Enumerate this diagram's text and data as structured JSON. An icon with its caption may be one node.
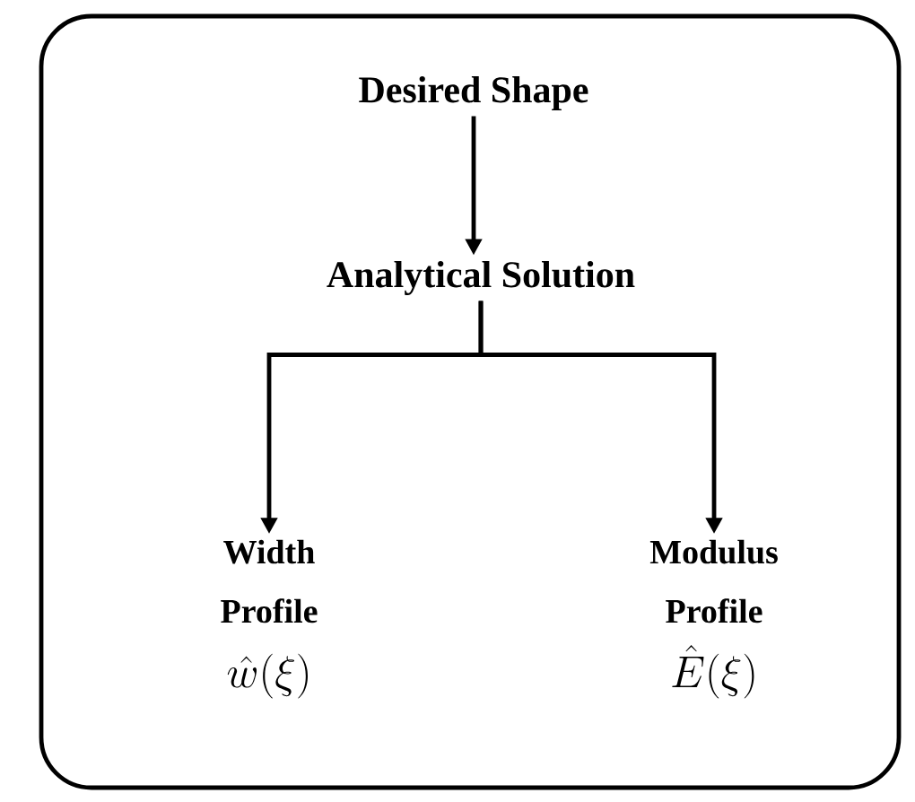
{
  "diagram": {
    "nodes": [
      {
        "text": [],
        "shape": "box"
      },
      {
        "text": [
          "Desired Shape"
        ],
        "in": 0
      },
      {
        "text": [
          "Analytical Solution"
        ],
        "in": 0
      },
      {
        "text": [
          "Width Profile",
          "\\hat{w}(\\xi)"
        ],
        "in": 0
      },
      {
        "text": [
          "Modulus Profile",
          "\\hat{E}(\\xi)"
        ],
        "in": 0
      }
    ],
    "edges": [
      {
        "from": 1,
        "to": 2,
        "arrow": "to"
      },
      {
        "from": 2,
        "to": 3,
        "arrow": "to"
      },
      {
        "from": 2,
        "to": 4,
        "arrow": "to"
      }
    ]
  }
}
